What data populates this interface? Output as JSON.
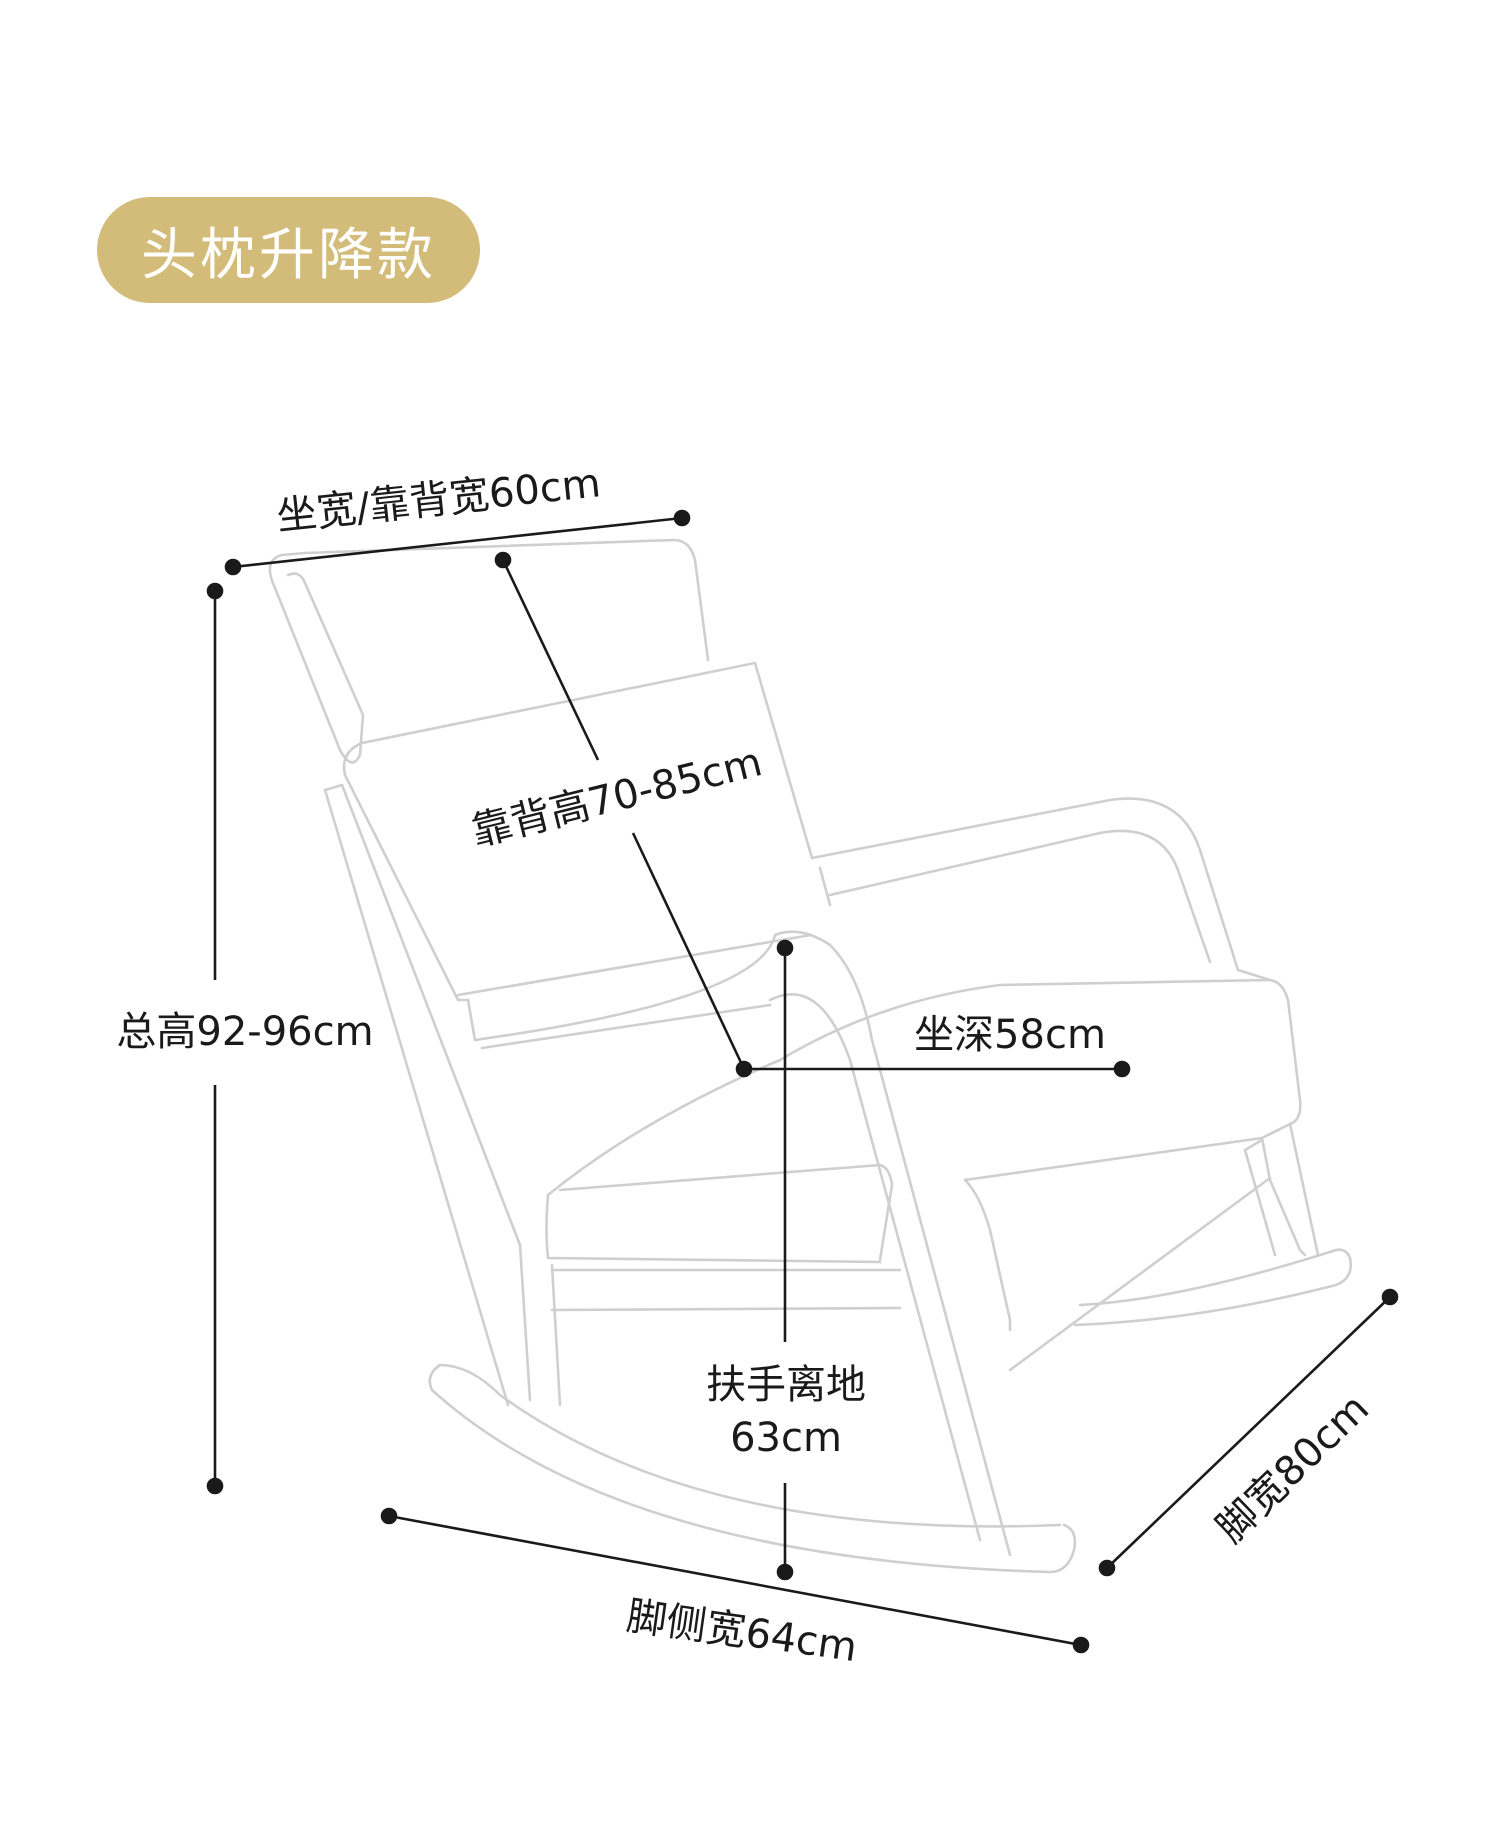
{
  "badge": {
    "text": "头枕升降款",
    "color": "#d3bc79"
  },
  "dimensions": {
    "seat_back_width": "坐宽/靠背宽60cm",
    "back_height": "靠背高70-85cm",
    "total_height": "总高92-96cm",
    "seat_depth": "坐深58cm",
    "armrest_height_line1": "扶手离地",
    "armrest_height_line2": "63cm",
    "foot_side_width": "脚侧宽64cm",
    "foot_width": "脚宽80cm"
  },
  "colors": {
    "outline": "#cfcfcf",
    "dimension_line": "#1a1a1a",
    "text": "#1a1a1a"
  }
}
